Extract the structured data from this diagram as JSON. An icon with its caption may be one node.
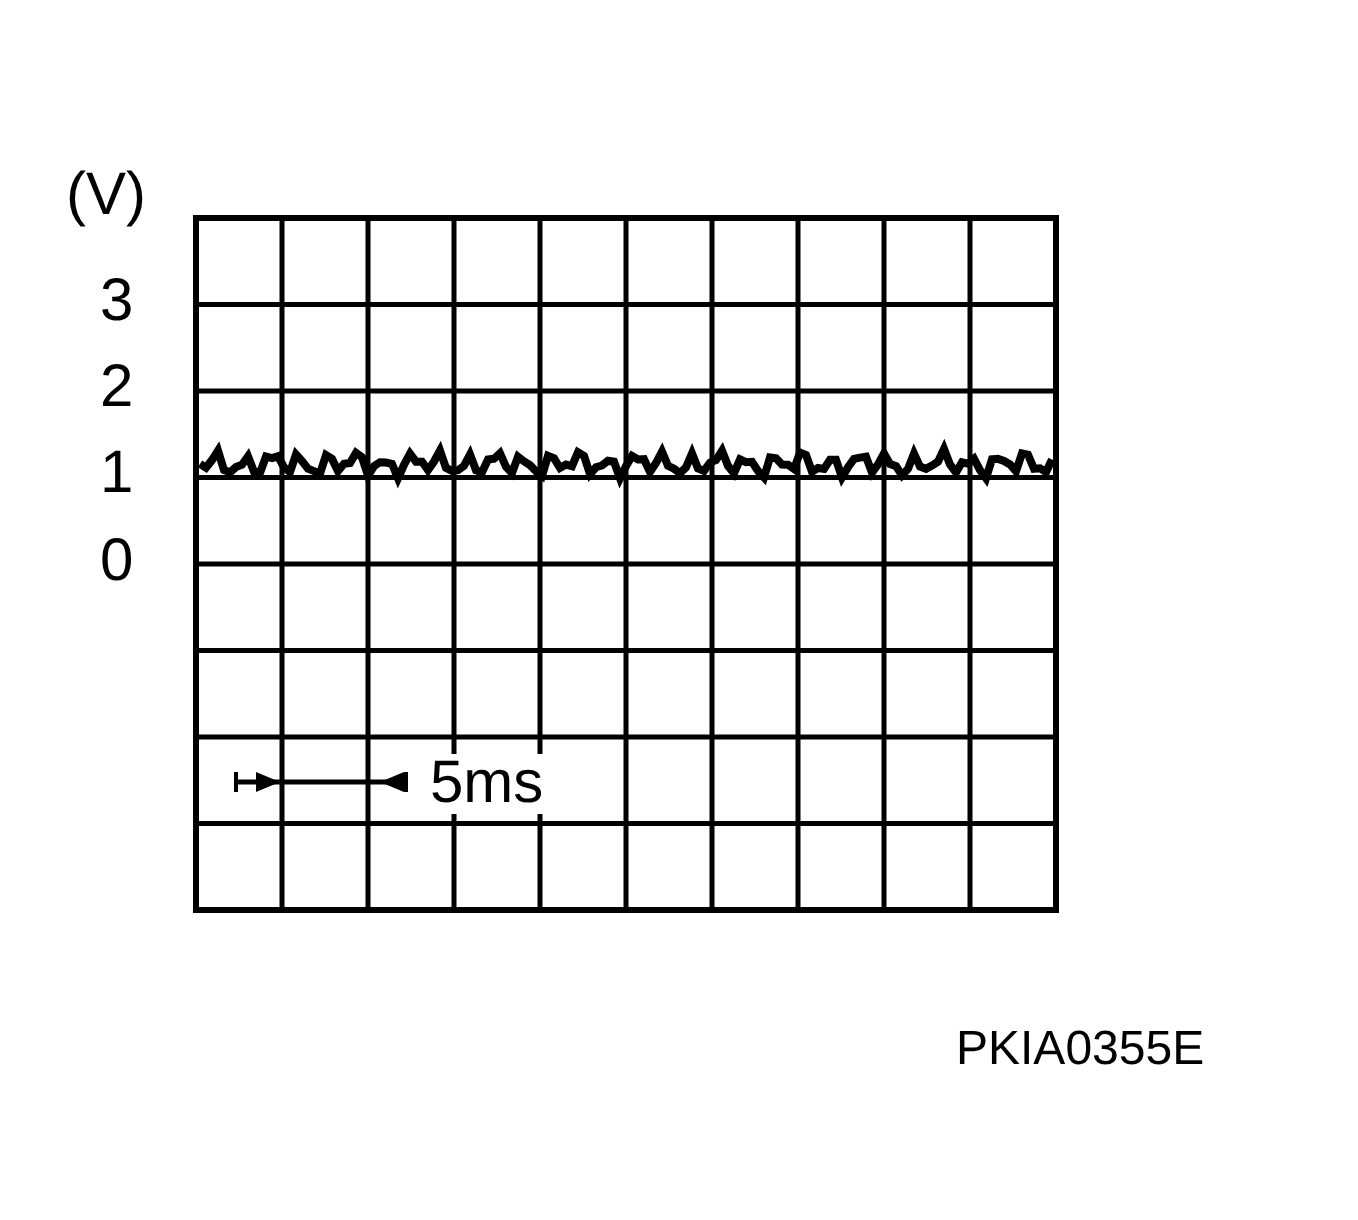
{
  "diagram": {
    "labels": [
      "(V)",
      "3",
      "2",
      "1",
      "0",
      "5ms",
      "PKIA0355E"
    ]
  }
}
